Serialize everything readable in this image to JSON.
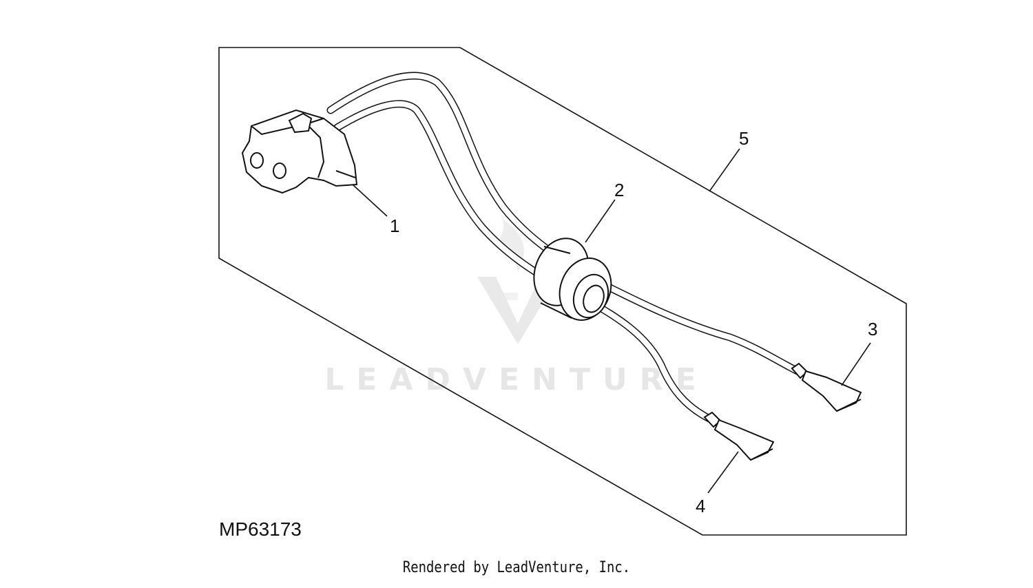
{
  "diagram": {
    "figure_id": "MP63173",
    "callouts": [
      {
        "id": "1",
        "label": "1"
      },
      {
        "id": "2",
        "label": "2"
      },
      {
        "id": "3",
        "label": "3"
      },
      {
        "id": "4",
        "label": "4"
      },
      {
        "id": "5",
        "label": "5"
      }
    ]
  },
  "watermark": {
    "text": "LEADVENTURE",
    "color": "#e6e6e6"
  },
  "footer": {
    "text": "Rendered by LeadVenture, Inc."
  },
  "colors": {
    "line": "#111111",
    "background": "#ffffff"
  }
}
